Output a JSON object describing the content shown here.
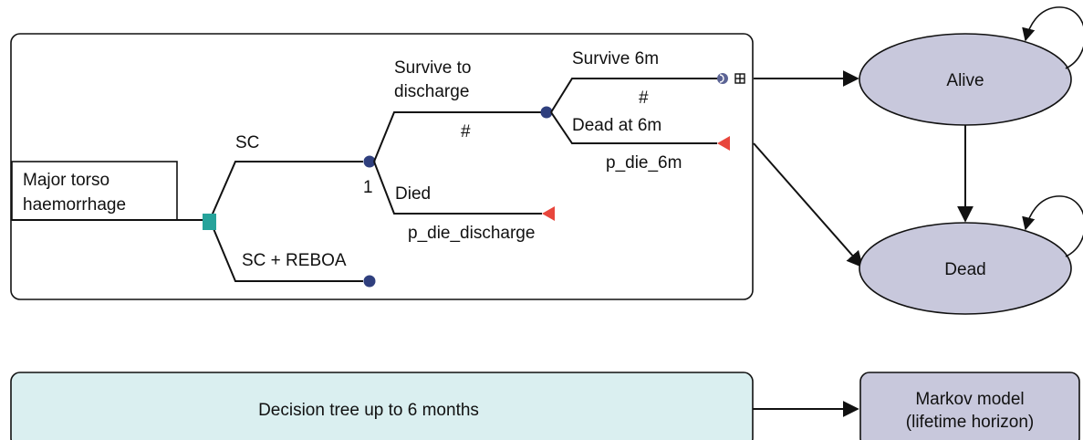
{
  "tree": {
    "root_label_line1": "Major torso",
    "root_label_line2": "haemorrhage",
    "branch_sc": "SC",
    "branch_sc_reboa": "SC + REBOA",
    "survive_discharge_line1": "Survive to",
    "survive_discharge_line2": "discharge",
    "survive_discharge_prob": "#",
    "died": "Died",
    "died_prob": "p_die_discharge",
    "chance_label": "1",
    "survive_6m": "Survive 6m",
    "survive_6m_prob": "#",
    "dead_6m": "Dead at 6m",
    "dead_6m_prob": "p_die_6m"
  },
  "markov": {
    "state_alive": "Alive",
    "state_dead": "Dead"
  },
  "footer": {
    "tree_box": "Decision tree up to 6 months",
    "markov_box_line1": "Markov model",
    "markov_box_line2": "(lifetime horizon)"
  },
  "colors": {
    "chance_node": "#2f3f7e",
    "decision_node": "#26a39b",
    "terminal_node": "#e8463c",
    "state_fill": "#c8c8dc",
    "tree_footer_fill": "#daeff0",
    "markov_footer_fill": "#c8c8dc"
  }
}
